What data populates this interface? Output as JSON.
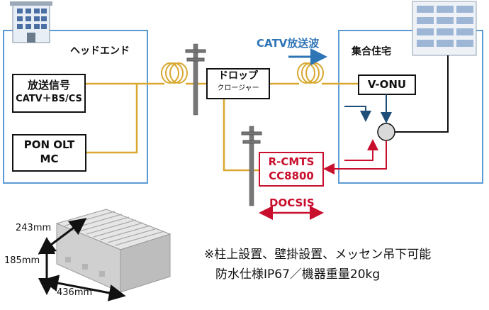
{
  "headend": {
    "label": "ヘッドエンド"
  },
  "broadcast_box": {
    "line1": "放送信号",
    "line2": "CATV＋BS/CS"
  },
  "pon_box": {
    "line1": "PON OLT",
    "line2": "MC"
  },
  "drop_closure": {
    "line1": "ドロップ",
    "line2": "クロージャー"
  },
  "catv_wave": {
    "label": "CATV放送波"
  },
  "apartment": {
    "label": "集合住宅"
  },
  "onu_box": {
    "label": "V-ONU"
  },
  "rcmts_box": {
    "line1": "R-CMTS",
    "line2": "CC8800"
  },
  "docsis": {
    "label": "DOCSIS"
  },
  "dimensions": {
    "width": "243mm",
    "height": "185mm",
    "depth": "436mm"
  },
  "notes": {
    "line1": "※柱上設置、壁掛設置、メッセン吊下可能",
    "line2": "防水仕様IP67／機器重量20kg"
  },
  "colors": {
    "frame_blue": "#5b9bd5",
    "fiber_gold": "#d9a830",
    "accent_red": "#c8102e",
    "catv_blue": "#2e75b6",
    "link_blue": "#1f4e79"
  }
}
